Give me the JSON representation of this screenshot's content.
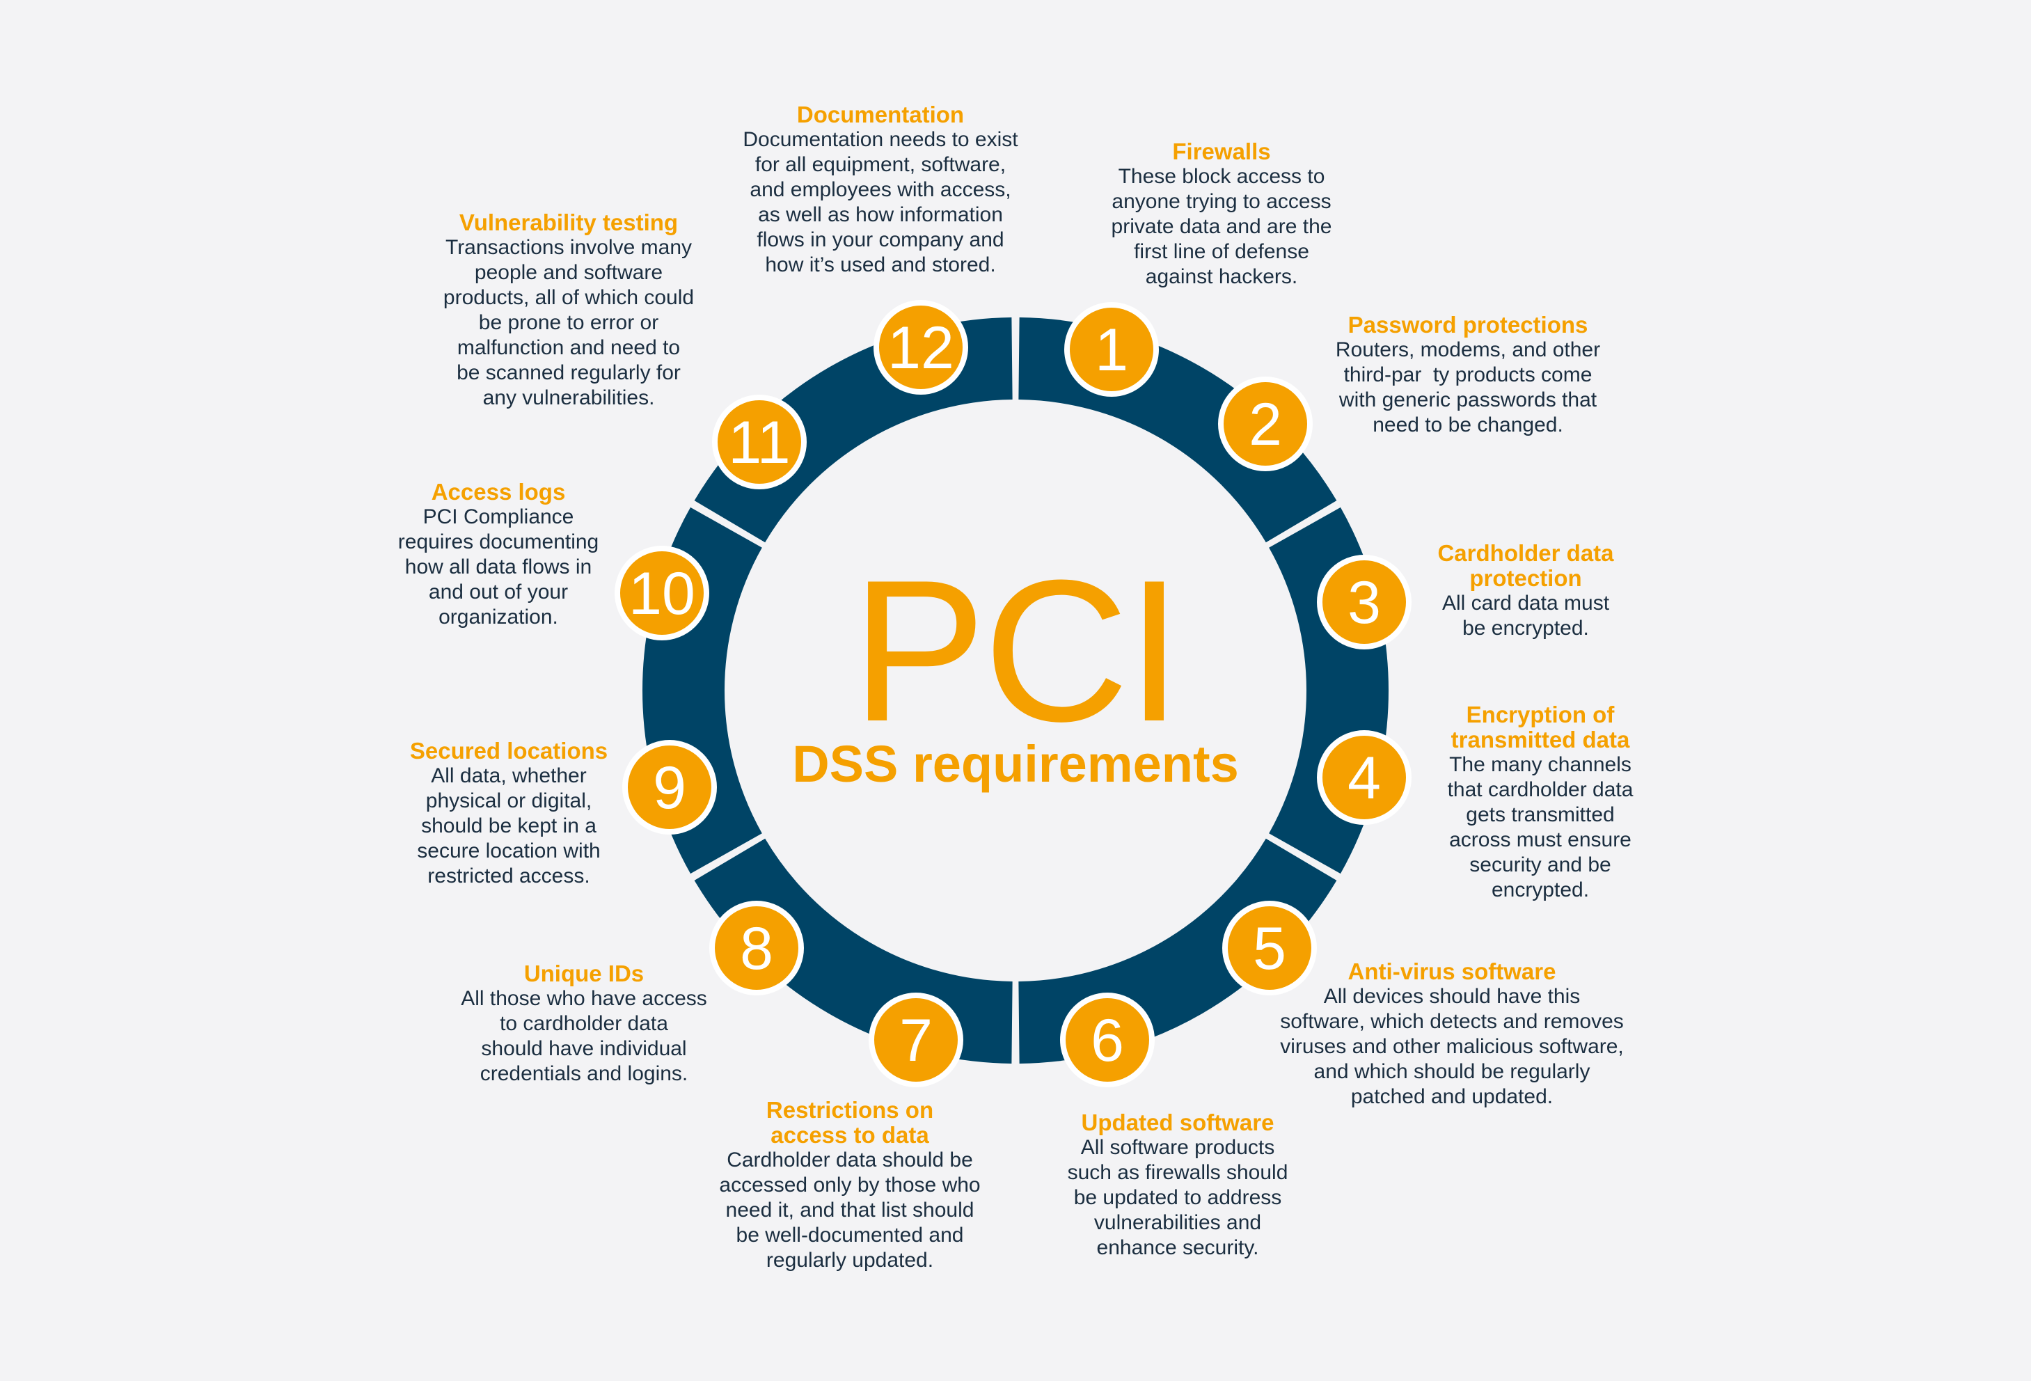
{
  "center": {
    "title": "PCI",
    "subtitle": "DSS requirements"
  },
  "colors": {
    "orange": "#f5a000",
    "navy": "#004466",
    "background": "#f3f3f5",
    "text": "#1b2e40"
  },
  "requirements": [
    {
      "number": "1",
      "title": [
        "Firewalls"
      ],
      "lines": [
        "These block access to",
        "anyone trying to access",
        "private data and are the",
        "first line of defense",
        "against hackers."
      ]
    },
    {
      "number": "2",
      "title": [
        "Password protections"
      ],
      "lines": [
        "Routers, modems, and other",
        "third-par  ty products come",
        "with generic passwords that",
        "need to be changed."
      ]
    },
    {
      "number": "3",
      "title": [
        "Cardholder data",
        "protection"
      ],
      "lines": [
        "All card data must",
        "be encrypted."
      ]
    },
    {
      "number": "4",
      "title": [
        "Encryption of",
        "transmitted data"
      ],
      "lines": [
        "The many channels",
        "that cardholder data",
        "gets transmitted",
        "across must ensure",
        "security and be",
        "encrypted."
      ]
    },
    {
      "number": "5",
      "title": [
        "Anti-virus software"
      ],
      "lines": [
        "All devices should have this",
        "software, which detects and removes",
        "viruses and other malicious software,",
        "and which should be regularly",
        "patched and updated."
      ]
    },
    {
      "number": "6",
      "title": [
        "Updated software"
      ],
      "lines": [
        "All software products",
        "such as firewalls should",
        "be updated to address",
        "vulnerabilities and",
        "enhance security."
      ]
    },
    {
      "number": "7",
      "title": [
        "Restrictions on",
        "access to data"
      ],
      "lines": [
        "Cardholder data should be",
        "accessed only by those who",
        "need it, and that list should",
        "be well-documented and",
        "regularly updated."
      ]
    },
    {
      "number": "8",
      "title": [
        "Unique IDs"
      ],
      "lines": [
        "All those who have access",
        "to cardholder data",
        "should have individual",
        "credentials and logins."
      ]
    },
    {
      "number": "9",
      "title": [
        "Secured locations"
      ],
      "lines": [
        "All data, whether",
        "physical or digital,",
        "should be kept in a",
        "secure location with",
        "restricted access."
      ]
    },
    {
      "number": "10",
      "title": [
        "Access logs"
      ],
      "lines": [
        "PCI Compliance",
        "requires documenting",
        "how all data flows in",
        "and out of your",
        "organization."
      ]
    },
    {
      "number": "11",
      "title": [
        "Vulnerability testing"
      ],
      "lines": [
        "Transactions involve many",
        "people and software",
        "products, all of which could",
        "be prone to error or",
        "malfunction and need to",
        "be scanned regularly for",
        "any vulnerabilities."
      ]
    },
    {
      "number": "12",
      "title": [
        "Documentation"
      ],
      "lines": [
        "Documentation needs to exist",
        "for all equipment, software,",
        "and employees with access,",
        "as well as how information",
        "flows in your company and",
        "how it’s used and stored."
      ]
    }
  ]
}
